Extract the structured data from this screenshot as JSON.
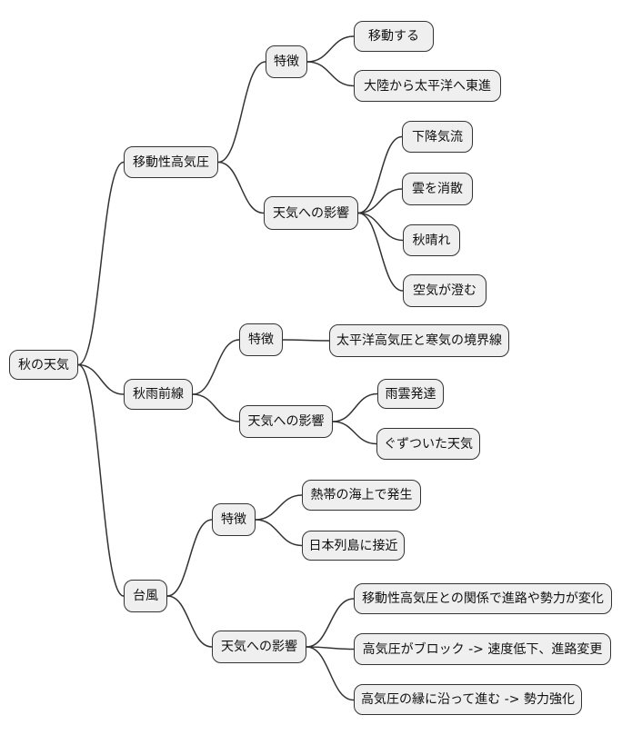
{
  "diagram": {
    "type": "mindmap",
    "background_color": "#ffffff",
    "node_fill_color": "#efefef",
    "node_border_color": "#333333",
    "edge_color": "#333333",
    "text_color": "#111111",
    "root": {
      "label": "秋の天気"
    },
    "branches": [
      {
        "label": "移動性高気圧",
        "children": [
          {
            "label": "特徴",
            "children": [
              {
                "label": "移動する"
              },
              {
                "label": "大陸から太平洋へ東進"
              }
            ]
          },
          {
            "label": "天気への影響",
            "children": [
              {
                "label": "下降気流"
              },
              {
                "label": "雲を消散"
              },
              {
                "label": "秋晴れ"
              },
              {
                "label": "空気が澄む"
              }
            ]
          }
        ]
      },
      {
        "label": "秋雨前線",
        "children": [
          {
            "label": "特徴",
            "children": [
              {
                "label": "太平洋高気圧と寒気の境界線"
              }
            ]
          },
          {
            "label": "天気への影響",
            "children": [
              {
                "label": "雨雲発達"
              },
              {
                "label": "ぐずついた天気"
              }
            ]
          }
        ]
      },
      {
        "label": "台風",
        "children": [
          {
            "label": "特徴",
            "children": [
              {
                "label": "熱帯の海上で発生"
              },
              {
                "label": "日本列島に接近"
              }
            ]
          },
          {
            "label": "天気への影響",
            "children": [
              {
                "label": "移動性高気圧との関係で進路や勢力が変化"
              },
              {
                "label": "高気圧がブロック -> 速度低下、進路変更"
              },
              {
                "label": "高気圧の縁に沿って進む -> 勢力強化"
              }
            ]
          }
        ]
      }
    ]
  }
}
